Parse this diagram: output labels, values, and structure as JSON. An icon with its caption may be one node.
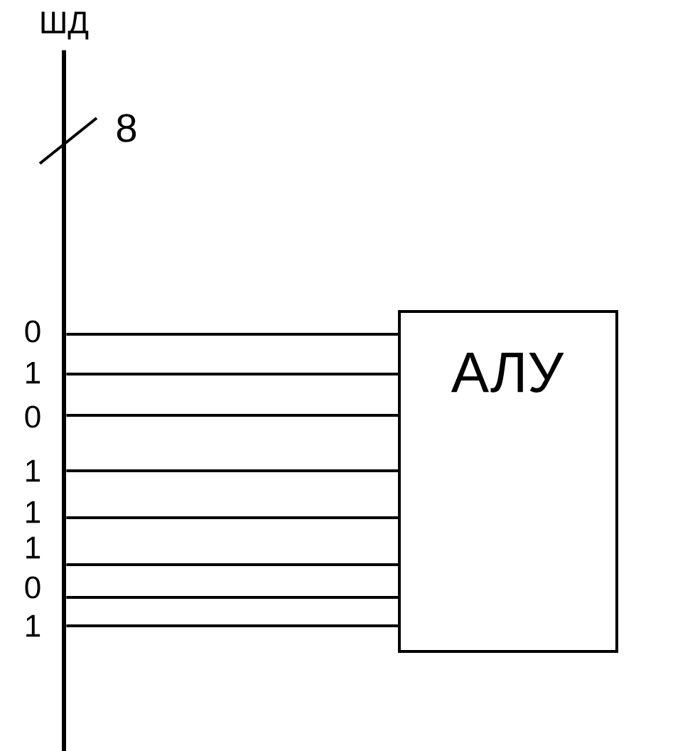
{
  "diagram": {
    "nodes": [
      {
        "text": [
          "ШД"
        ]
      },
      {
        "text": [
          "АЛУ"
        ]
      }
    ],
    "edges": [
      {
        "from": 0,
        "to": 1,
        "arrow": "none",
        "label": "0"
      },
      {
        "from": 0,
        "to": 1,
        "arrow": "none",
        "label": "1"
      },
      {
        "from": 0,
        "to": 1,
        "arrow": "none",
        "label": "0"
      },
      {
        "from": 0,
        "to": 1,
        "arrow": "none",
        "label": "1"
      },
      {
        "from": 0,
        "to": 1,
        "arrow": "none",
        "label": "1"
      },
      {
        "from": 0,
        "to": 1,
        "arrow": "none",
        "label": "1"
      },
      {
        "from": 0,
        "to": 1,
        "arrow": "none",
        "label": "0"
      },
      {
        "from": 0,
        "to": 1,
        "arrow": "none",
        "label": "1"
      }
    ],
    "labels": [
      "8"
    ]
  }
}
